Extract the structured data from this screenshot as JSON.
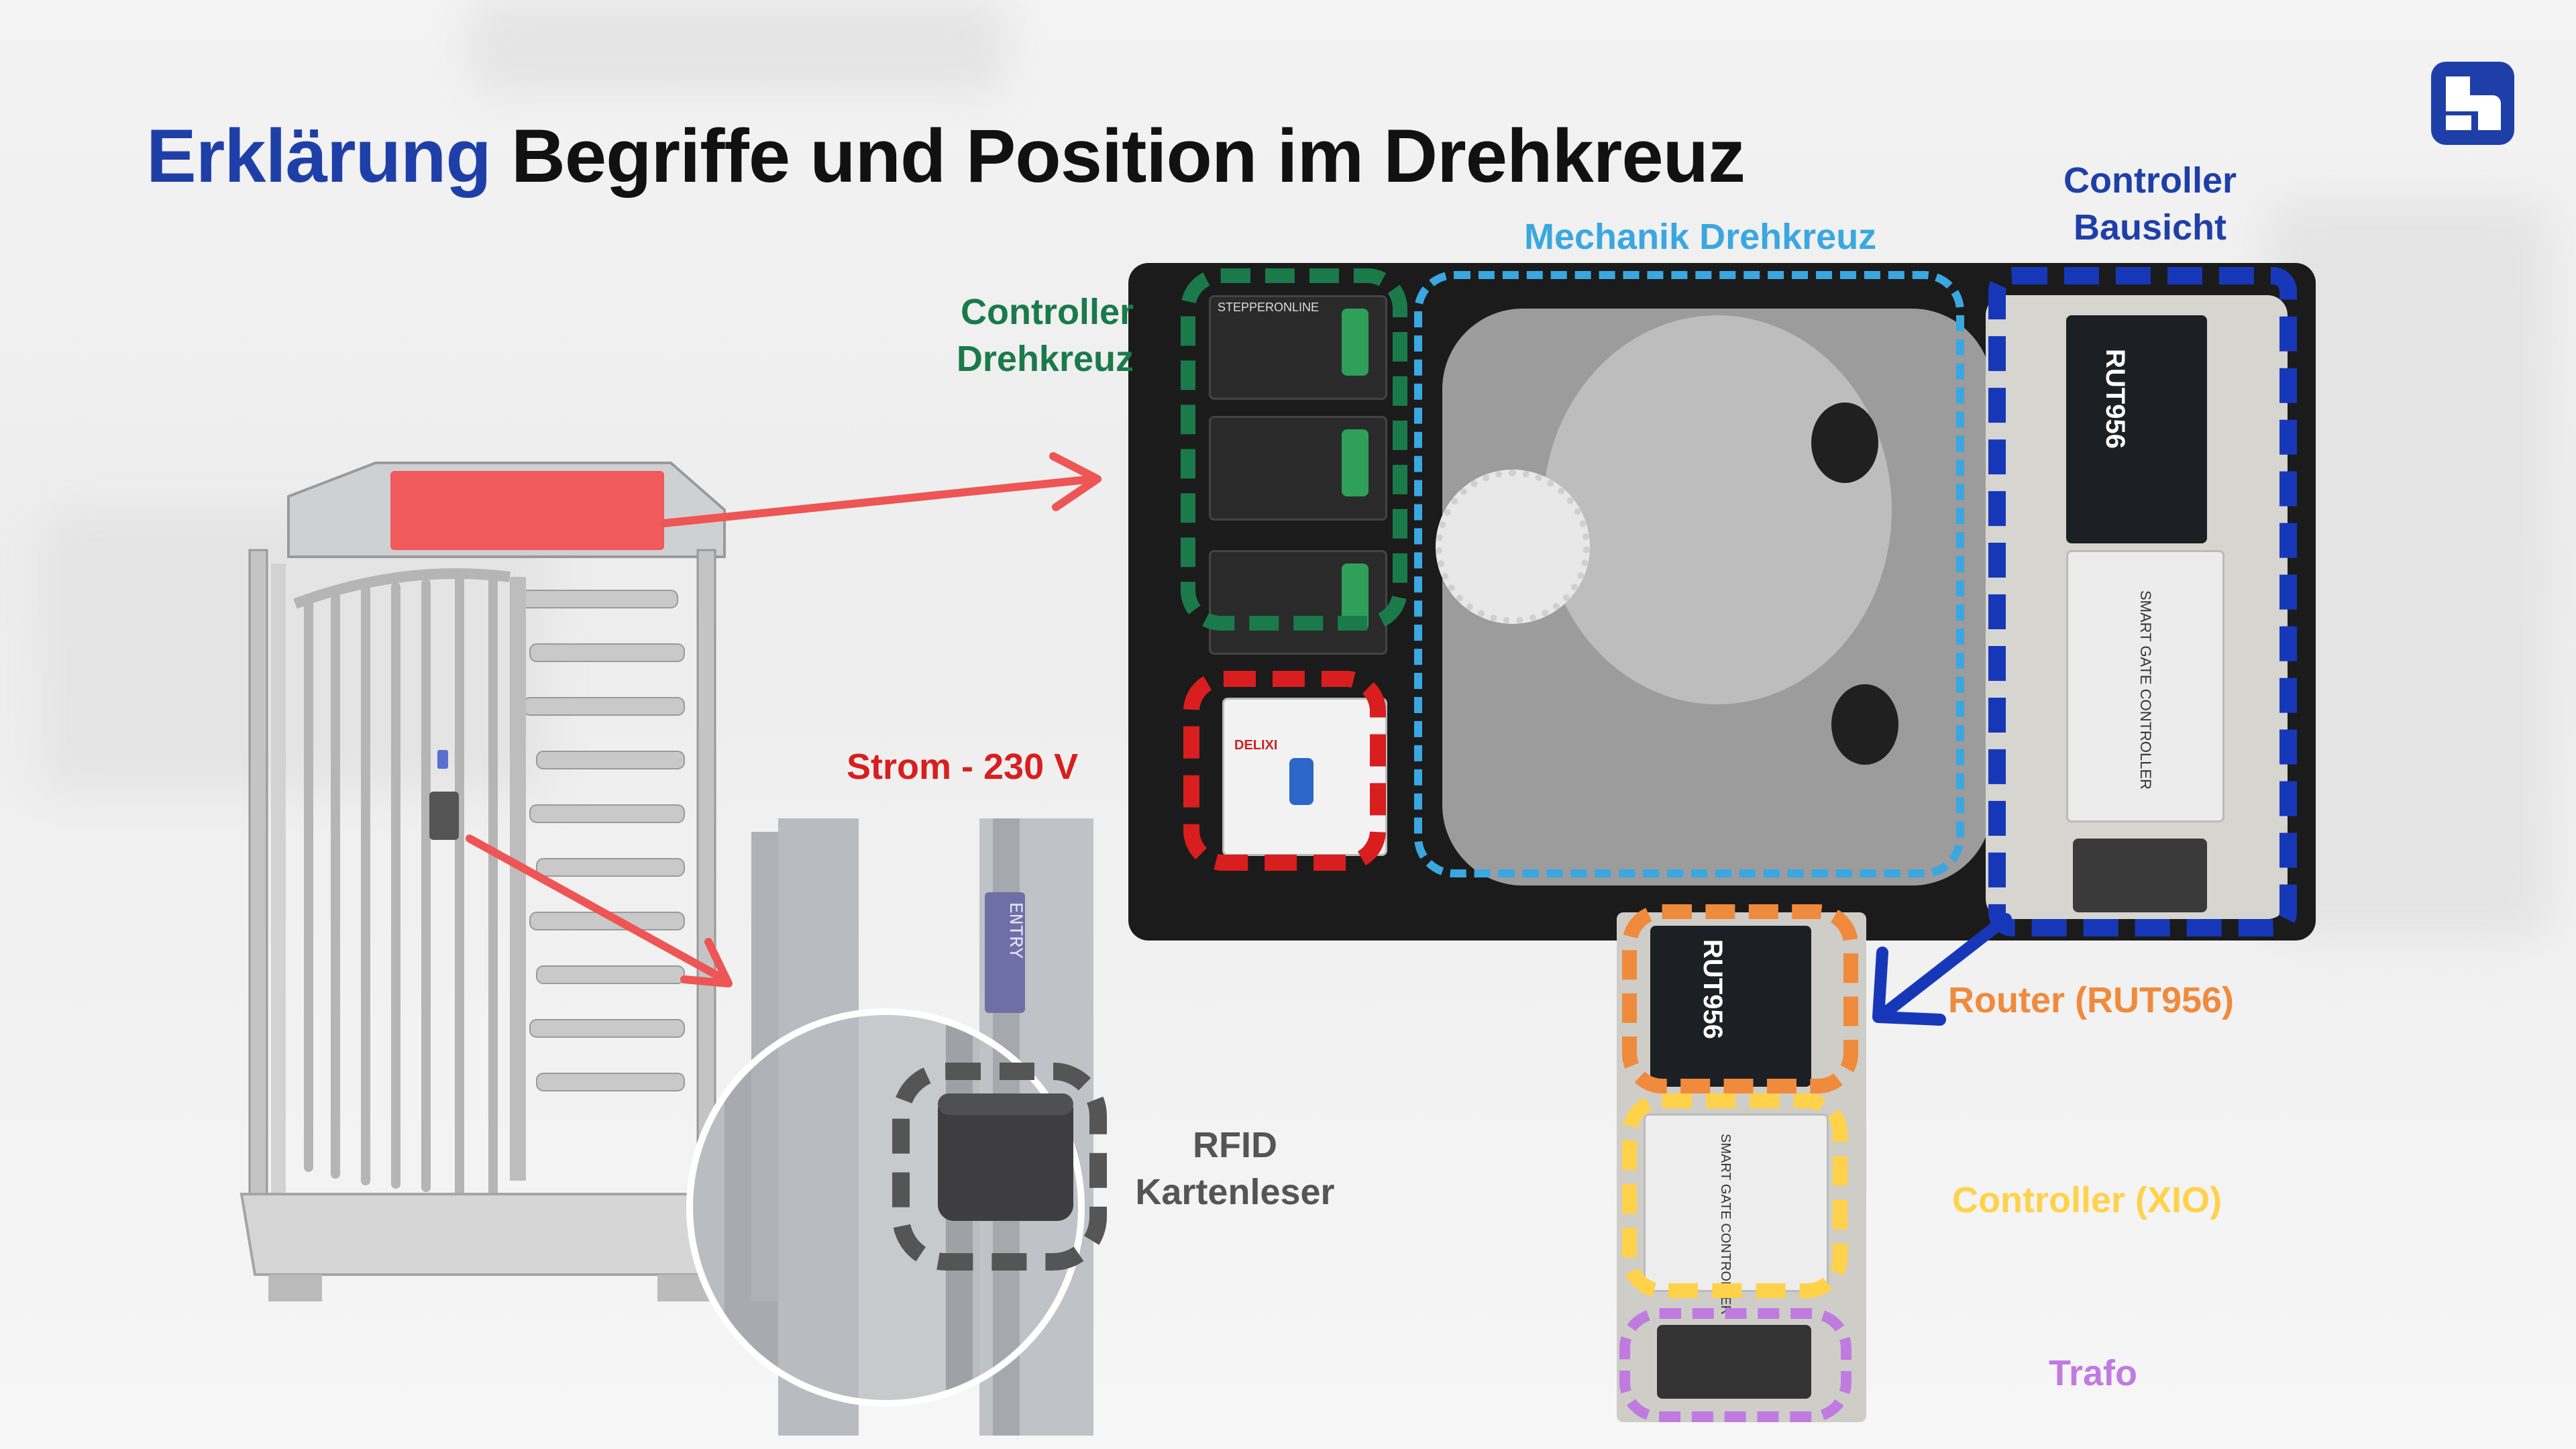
{
  "title": {
    "accent": "Erklärung",
    "rest": "Begriffe und Position im Drehkreuz"
  },
  "labels": {
    "mechanik": "Mechanik Drehkreuz",
    "controller_drehkreuz": [
      "Controller",
      "Drehkreuz"
    ],
    "controller_bausicht": [
      "Controller",
      "Bausicht"
    ],
    "strom": "Strom - 230 V",
    "rfid": [
      "RFID",
      "Kartenleser"
    ],
    "router": "Router (RUT956)",
    "controller_xio": "Controller (XIO)",
    "trafo": "Trafo"
  },
  "device_text": {
    "rut_top": "RUT956",
    "rut_bottom": "RUT956",
    "xio_top": "SMART GATE CONTROLLER",
    "xio_bottom": "SMART GATE CONTROLLER",
    "entry_plate": "ENTRY",
    "stepper": "STEPPERONLINE",
    "breaker": "DELIXI"
  },
  "colors": {
    "title_accent": "#1f3fa8",
    "green": "#1a7a4a",
    "light_blue": "#3aa7e0",
    "dark_blue": "#1638b8",
    "red": "#d81e1e",
    "orange": "#f08a3c",
    "yellow": "#ffd24a",
    "purple": "#c07be0",
    "grey": "#555555",
    "arrow_red": "#ee5555"
  }
}
